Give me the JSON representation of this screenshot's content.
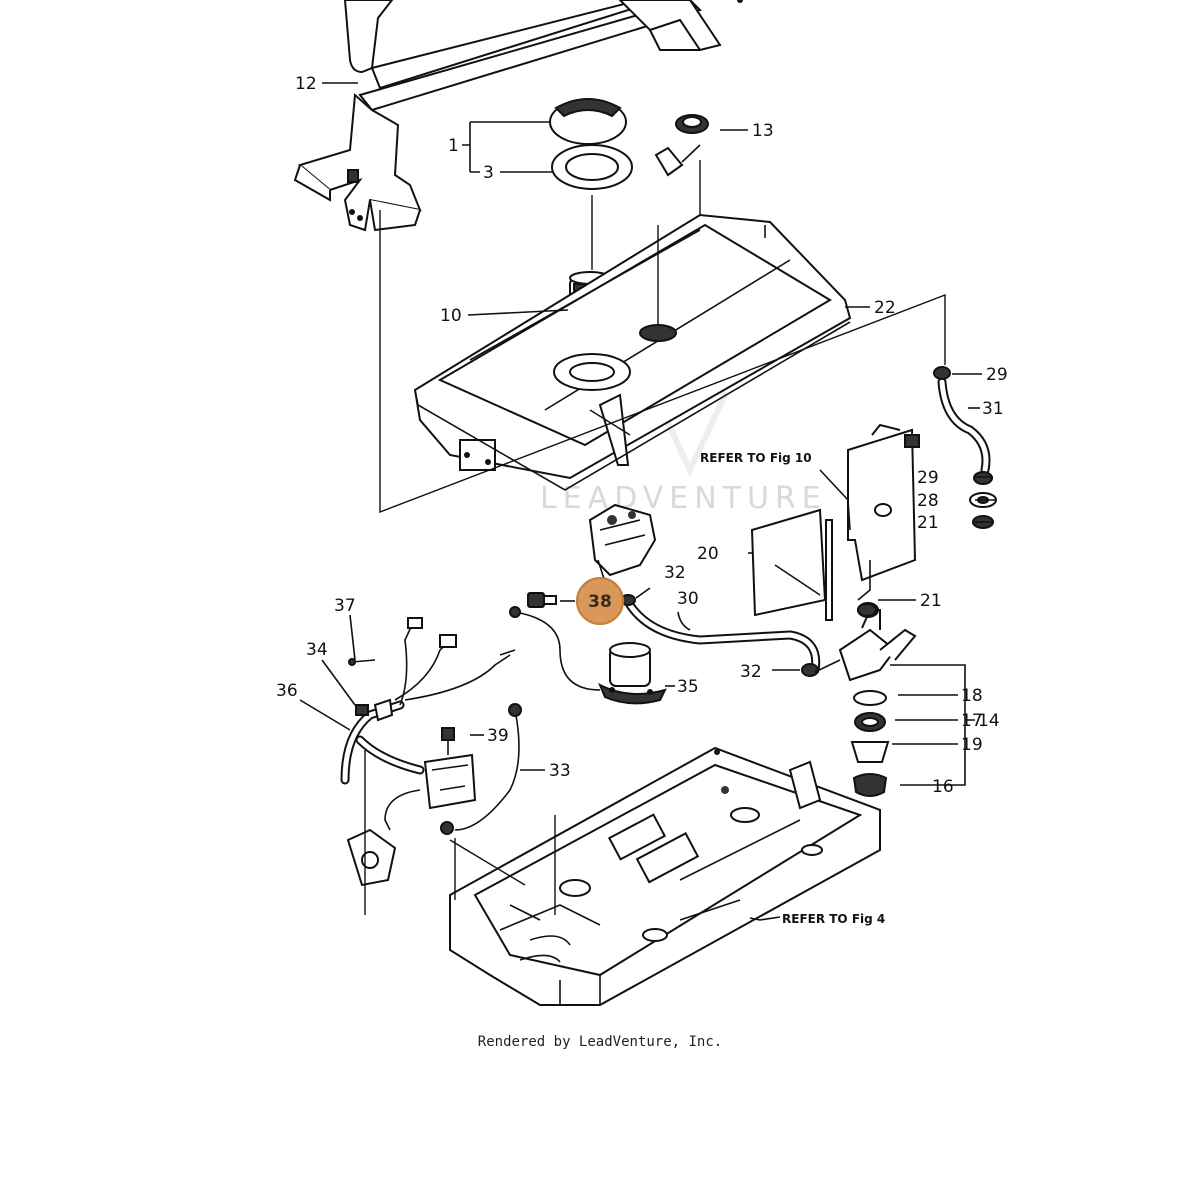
{
  "callouts": {
    "c1": "1",
    "c3": "3",
    "c10": "10",
    "c12": "12",
    "c13": "13",
    "c14": "14",
    "c16": "16",
    "c17": "17",
    "c18": "18",
    "c19": "19",
    "c20": "20",
    "c21a": "21",
    "c21b": "21",
    "c22": "22",
    "c28": "28",
    "c29a": "29",
    "c29b": "29",
    "c30": "30",
    "c31": "31",
    "c32a": "32",
    "c32b": "32",
    "c33": "33",
    "c34": "34",
    "c35": "35",
    "c36": "36",
    "c37": "37",
    "c39": "39"
  },
  "highlight": {
    "label": "38",
    "color": "#d9975a"
  },
  "notes": {
    "refer_fig10": "REFER TO Fig 10",
    "refer_fig4": "REFER TO Fig 4"
  },
  "watermark": "LEADVENTURE",
  "footer": "Rendered by LeadVenture, Inc."
}
